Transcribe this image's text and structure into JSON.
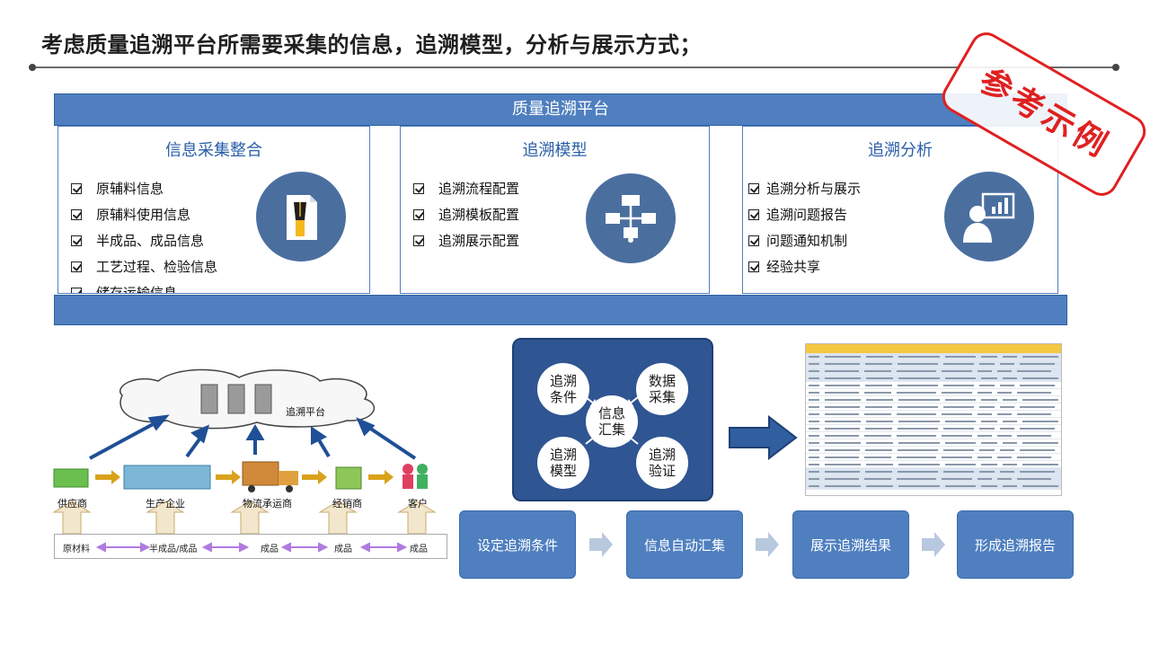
{
  "title": "考虑质量追溯平台所需要采集的信息，追溯模型，分析与展示方式；",
  "platform": {
    "label": "质量追溯平台"
  },
  "stamp": "参考示例",
  "panels": [
    {
      "title": "信息采集整合",
      "items": [
        "原辅料信息",
        "原辅料使用信息",
        "半成品、成品信息",
        "工艺过程、检验信息",
        "储存运输信息"
      ],
      "icon": "pen-document-icon"
    },
    {
      "title": "追溯模型",
      "items": [
        "追溯流程配置",
        "追溯模板配置",
        "追溯展示配置"
      ],
      "icon": "flowchart-icon"
    },
    {
      "title": "追溯分析",
      "items": [
        "追溯分析与展示",
        "追溯问题报告",
        "问题通知机制",
        "经验共享"
      ],
      "icon": "presenter-chart-icon"
    }
  ],
  "chain": {
    "cloud": "追溯平台",
    "nodes": [
      "供应商",
      "生产企业",
      "物流承运商",
      "经销商",
      "客户"
    ],
    "flow": [
      "原材料",
      "半成品/成品",
      "成品",
      "成品",
      "成品"
    ]
  },
  "center": {
    "core": "信息\n汇集",
    "items": [
      "追溯\n条件",
      "数据\n采集",
      "追溯\n模型",
      "追溯\n验证"
    ]
  },
  "steps": [
    "设定追溯条件",
    "信息自动汇集",
    "展示追溯结果",
    "形成追溯报告"
  ],
  "colors": {
    "primary": "#4f7fbf",
    "dark": "#2f5592",
    "stamp": "#e02020",
    "icon_bg": "#4a6f9f"
  }
}
